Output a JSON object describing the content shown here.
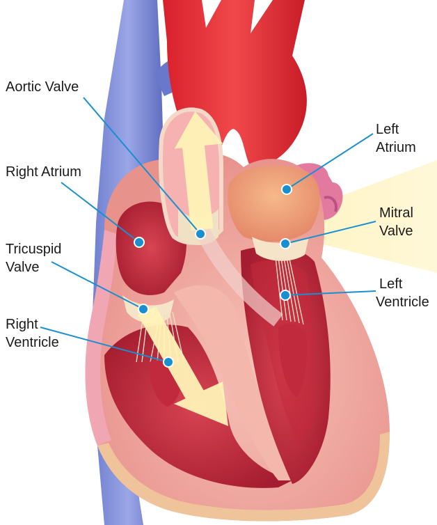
{
  "labels": {
    "aortic_valve": "Aortic Valve",
    "right_atrium": "Right Atrium",
    "tricuspid_valve_1": "Tricuspid",
    "tricuspid_valve_2": "Valve",
    "right_ventricle_1": "Right",
    "right_ventricle_2": "Ventricle",
    "left_atrium_1": "Left",
    "left_atrium_2": "Atrium",
    "mitral_valve_1": "Mitral",
    "mitral_valve_2": "Valve",
    "left_ventricle_1": "Left",
    "left_ventricle_2": "Ventricle"
  },
  "colors": {
    "leader_line": "#1a8fd0",
    "marker_fill": "#1a8fd0",
    "marker_stroke": "#ffffff",
    "flow_arrow": "#fff3b8",
    "muscle_outer": "#f2a9a0",
    "chamber_dark": "#c0283c",
    "aorta": "#e8323a",
    "vena_cava": "#7f8fd6",
    "highlight_beam": "#fff6c8"
  }
}
